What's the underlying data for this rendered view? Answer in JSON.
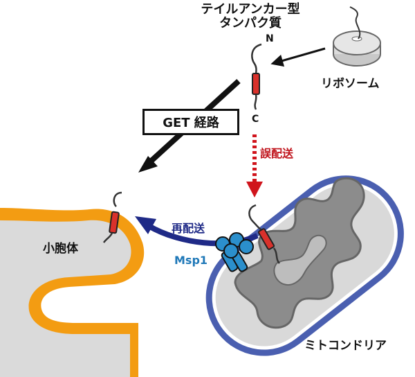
{
  "labels": {
    "protein_title_line1": "テイルアンカー型",
    "protein_title_line2": "タンパク質",
    "n_terminus": "N",
    "c_terminus": "C",
    "ribosome": "リボソーム",
    "get_pathway": "GET 経路",
    "mistargeting": "誤配送",
    "retargeting": "再配送",
    "msp1": "Msp1",
    "peroxisome": "小胞体",
    "mitochondria": "ミトコンドリア"
  },
  "colors": {
    "transmembrane_segment": "#d9312b",
    "peroxisome_membrane": "#f39c12",
    "mitochondria_outer": "#4a5fb0",
    "mitochondria_inner": "#8c8c8c",
    "msp1": "#2b8fcc",
    "retarget_arrow": "#1f2a87",
    "mistarget_arrow": "#d0141c"
  }
}
